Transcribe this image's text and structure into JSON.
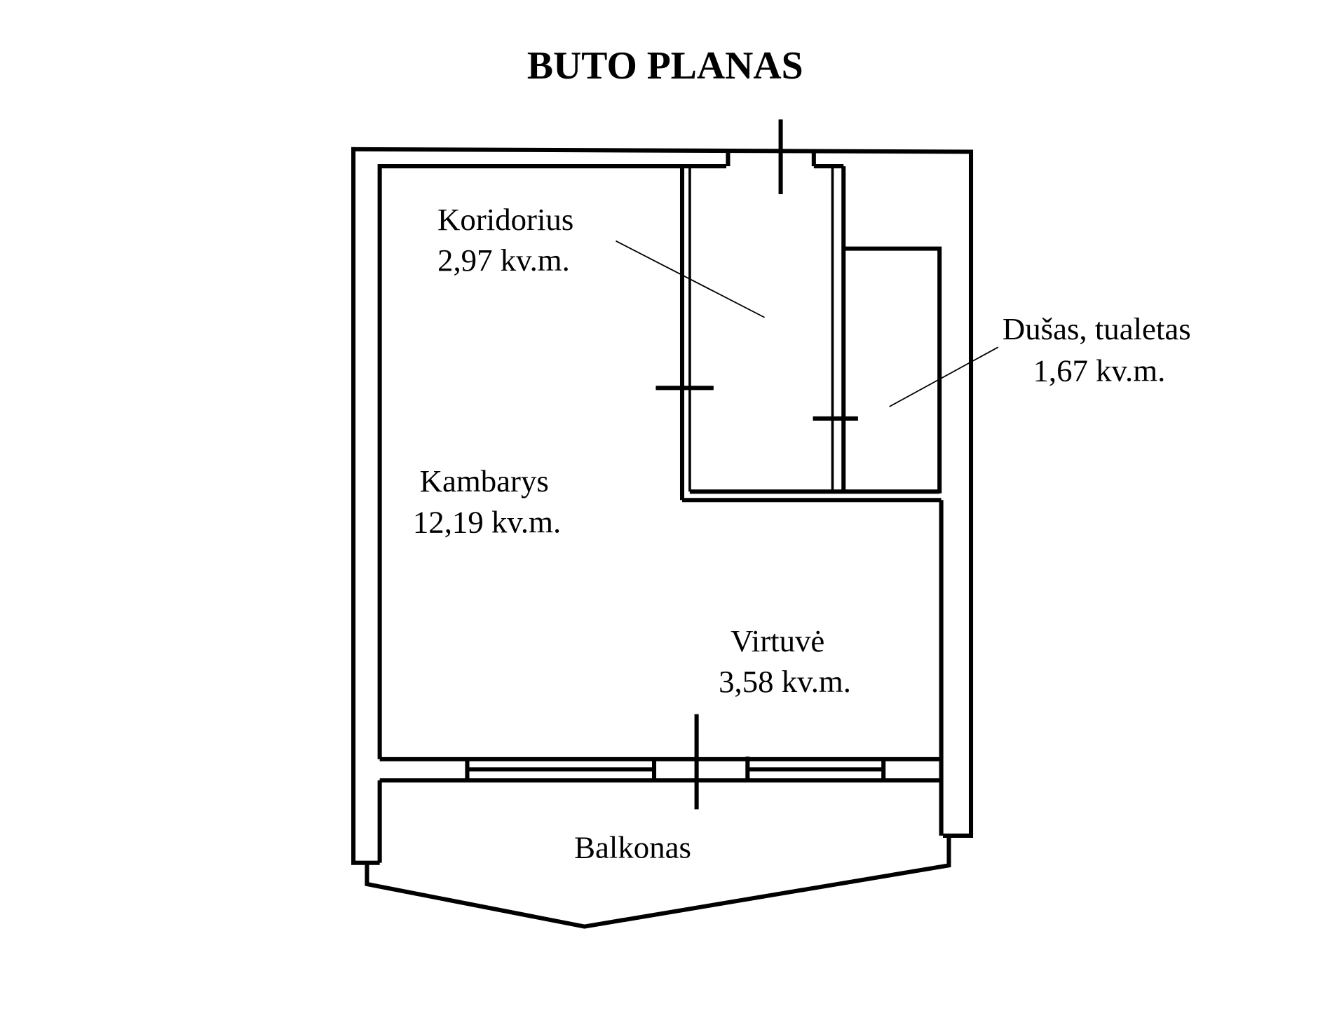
{
  "title": "BUTO PLANAS",
  "rooms": [
    {
      "name": "Koridorius",
      "area": "2,97 kv.m."
    },
    {
      "name": "Dušas, tualetas",
      "area": "1,67 kv.m."
    },
    {
      "name": "Kambarys",
      "area": "12,19 kv.m."
    },
    {
      "name": "Virtuvė",
      "area": "3,58 kv.m."
    },
    {
      "name": "Balkonas"
    }
  ]
}
